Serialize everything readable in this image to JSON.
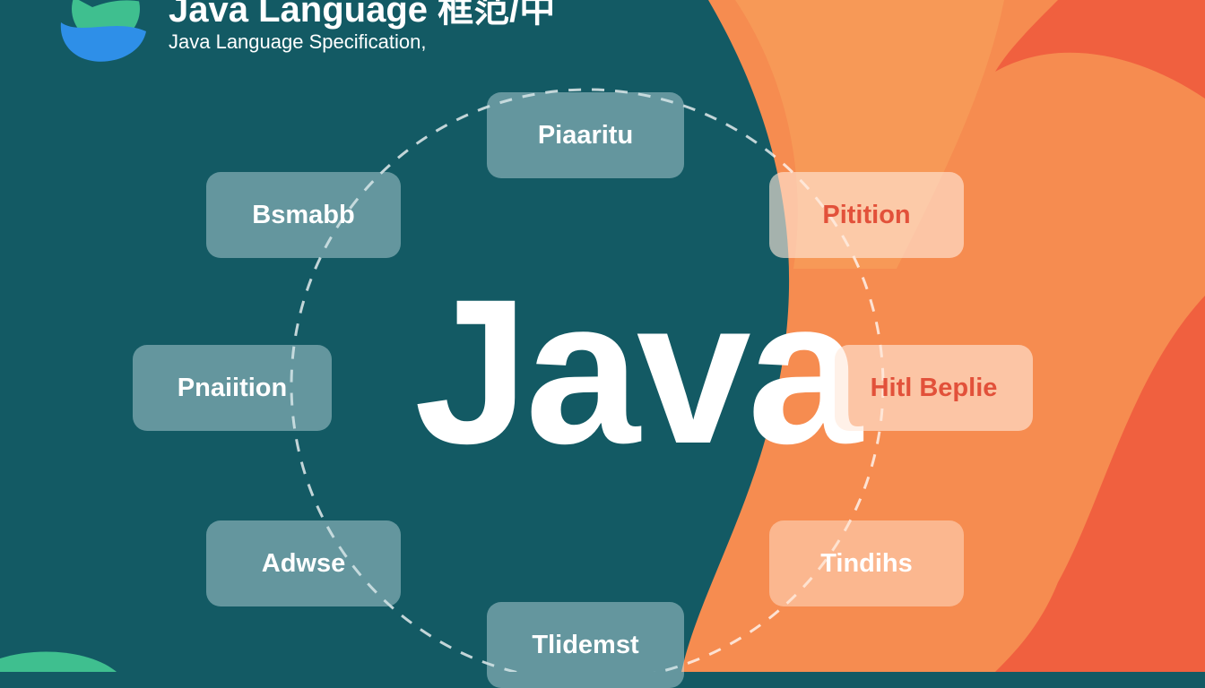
{
  "header": {
    "title": "Java Language 框范/中",
    "subtitle": "Java Language Specification,"
  },
  "center_label": "Java",
  "nodes": [
    {
      "label": "Piaaritu"
    },
    {
      "label": "Bsmabb"
    },
    {
      "label": "Pitition"
    },
    {
      "label": "Pnaiition"
    },
    {
      "label": "Hitl Beplie"
    },
    {
      "label": "Adwse"
    },
    {
      "label": "Tindihs"
    },
    {
      "label": "Tlidemst"
    }
  ],
  "colors": {
    "background_teal": "#135a64",
    "orange": "#f68c50",
    "red": "#f0603f",
    "accent_text_red": "#e2513a"
  }
}
